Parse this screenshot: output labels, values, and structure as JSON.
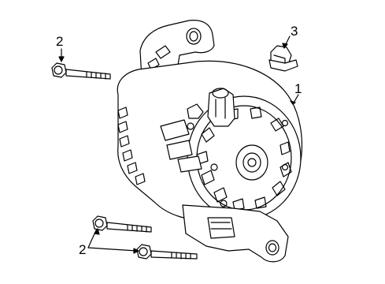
{
  "callouts": {
    "alternator": "1",
    "bolt_upper": "2",
    "bolt_lower": "2",
    "nut": "3"
  }
}
